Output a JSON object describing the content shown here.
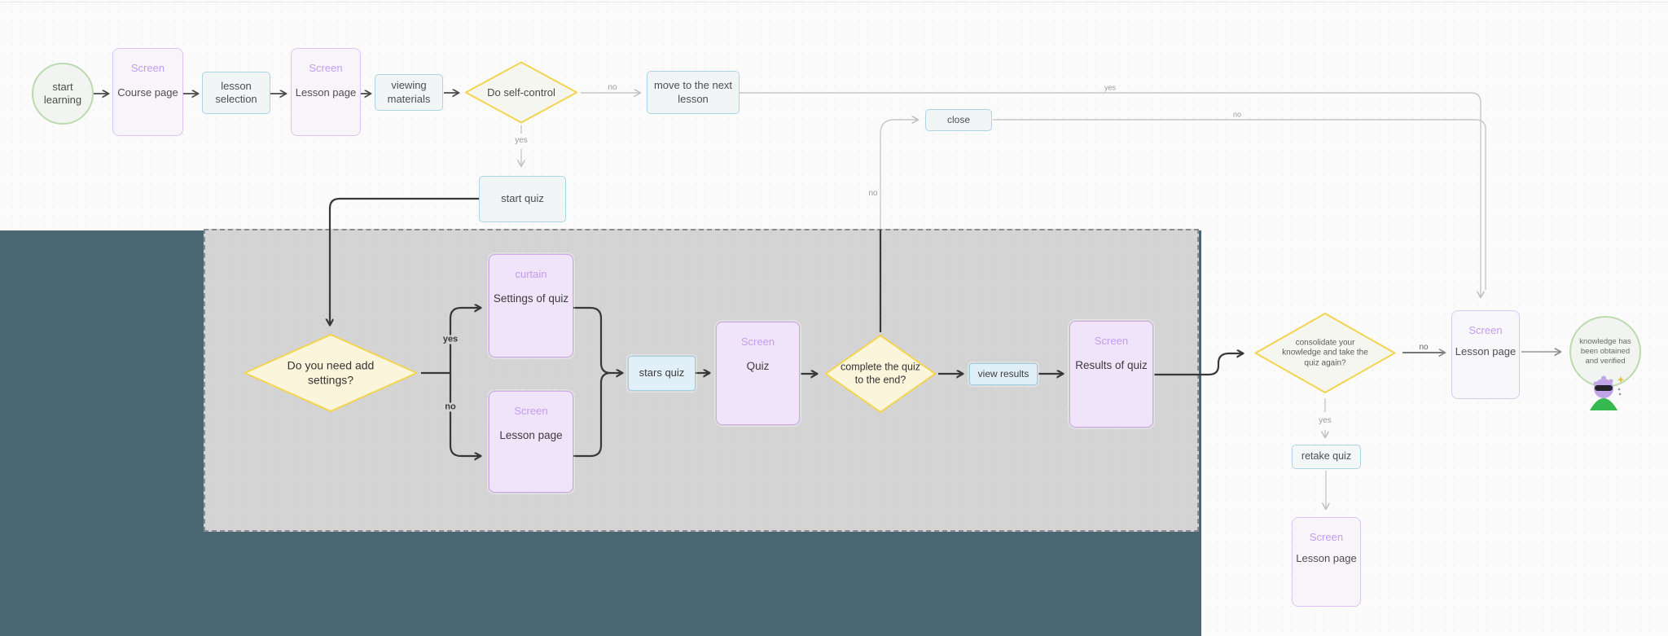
{
  "canvas": {
    "tool_context": "flowchart on a whiteboard canvas with a marquee selection and a teal outside-area backdrop",
    "colors": {
      "canvas_bg": "#FBFBFB",
      "teal_backdrop": "#4A6671",
      "selection_fill": "#D4D4D4",
      "selection_dash": "#8B8B94",
      "yellow_border": "#F2D44F",
      "cream_fill": "#FBF5DC",
      "purple_label": "#C49CEF",
      "purple_border": "#DCC3F2",
      "lavender_fill": "#F0E4FA",
      "blue_border": "#ABD4E4",
      "green_border": "#BBDBAE",
      "dark_connector": "#383838",
      "light_connector": "#C8C8C8"
    }
  },
  "nodes": {
    "start_learning": {
      "label": "start learning"
    },
    "course_page": {
      "tag": "Screen",
      "label": "Course page"
    },
    "lesson_selection": {
      "label": "lesson selection"
    },
    "lesson_page_top": {
      "tag": "Screen",
      "label": "Lesson page"
    },
    "viewing_materials": {
      "label": "viewing materials"
    },
    "do_self_control": {
      "label": "Do self-control"
    },
    "move_next_lesson": {
      "label": "move to the next lesson"
    },
    "start_quiz": {
      "label": "start quiz"
    },
    "close": {
      "label": "close"
    },
    "need_settings": {
      "label": "Do you need add settings?"
    },
    "settings_of_quiz": {
      "tag": "curtain",
      "label": "Settings of quiz"
    },
    "lesson_page_mid": {
      "tag": "Screen",
      "label": "Lesson page"
    },
    "stars_quiz": {
      "label": "stars quiz"
    },
    "quiz": {
      "tag": "Screen",
      "label": "Quiz"
    },
    "complete_quiz": {
      "label": "complete the quiz to the end?"
    },
    "view_results": {
      "label": "view results"
    },
    "results_of_quiz": {
      "tag": "Screen",
      "label": "Results of quiz"
    },
    "consolidate": {
      "label": "consolidate your knowledge and take the quiz again?"
    },
    "lesson_page_right": {
      "tag": "Screen",
      "label": "Lesson page"
    },
    "knowledge_verified": {
      "label": "knowledge has been obtained and verified"
    },
    "retake_quiz": {
      "label": "retake quiz"
    },
    "lesson_page_bottom": {
      "tag": "Screen",
      "label": "Lesson page"
    }
  },
  "edge_labels": {
    "selfcontrol_no": "no",
    "selfcontrol_yes": "yes",
    "long_yes": "yes",
    "close_no": "no",
    "complete_no_up": "no",
    "settings_yes": "yes",
    "settings_no": "no",
    "consolidate_no": "no",
    "consolidate_yes": "yes"
  },
  "sticker": {
    "description": "purple fluffy character wearing sunglasses sitting on a green mound with sparkles"
  }
}
